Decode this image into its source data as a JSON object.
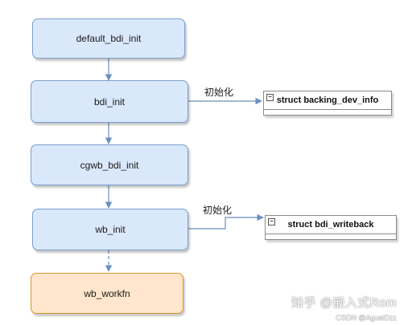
{
  "nodes": {
    "default_bdi_init": "default_bdi_init",
    "bdi_init": "bdi_init",
    "cgwb_bdi_init": "cgwb_bdi_init",
    "wb_init": "wb_init",
    "wb_workfn": "wb_workfn"
  },
  "edge_labels": {
    "bdi_init_to_struct": "初始化",
    "wb_init_to_struct": "初始化"
  },
  "structs": {
    "backing_dev_info": "struct backing_dev_info",
    "bdi_writeback": "struct bdi_writeback"
  },
  "icons": {
    "collapse": "−"
  },
  "watermark": {
    "main": "知乎 @嵌入式Rom",
    "sub": "CSDN @AgustDzz"
  },
  "colors": {
    "node_fill": "#dae8fc",
    "node_stroke": "#7a9fcc",
    "highlight_fill": "#ffe6cc",
    "highlight_stroke": "#d79b2a",
    "arrow": "#6c8ebf"
  }
}
